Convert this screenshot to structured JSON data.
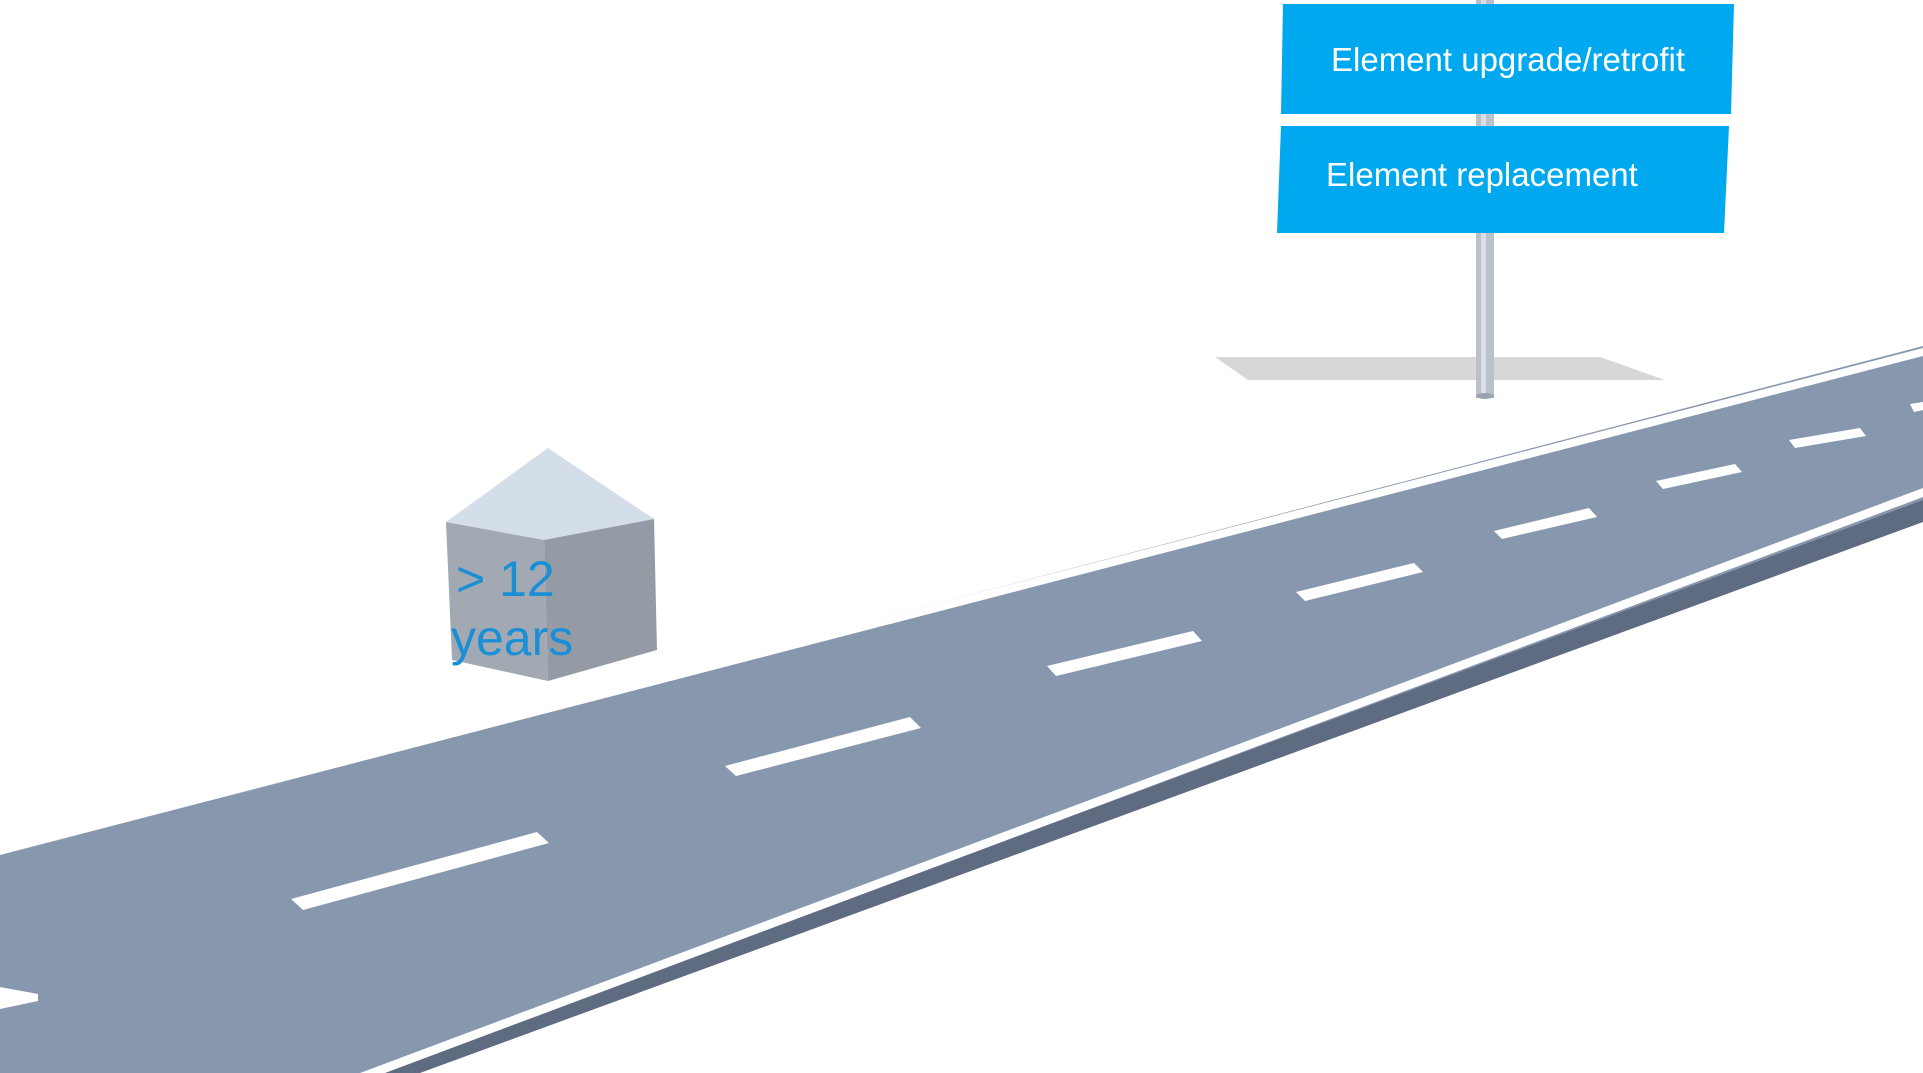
{
  "milestone": {
    "line1": "> 12",
    "line2": "years"
  },
  "signpost": {
    "upper_sign": "Element upgrade/retrofit",
    "lower_sign": "Element replacement"
  },
  "colors": {
    "road": "#8797ad",
    "road_edge": "#5f6b80",
    "lane_marking": "#ffffff",
    "sign_panel": "#00a8f0",
    "sign_text": "#ffffff",
    "milestone_text": "#1a8fd6",
    "milestone_front": "#a3a9b2",
    "milestone_roof": "#d4dee9",
    "pole": "#b9c1cc",
    "shadow": "#d7d7d7"
  }
}
